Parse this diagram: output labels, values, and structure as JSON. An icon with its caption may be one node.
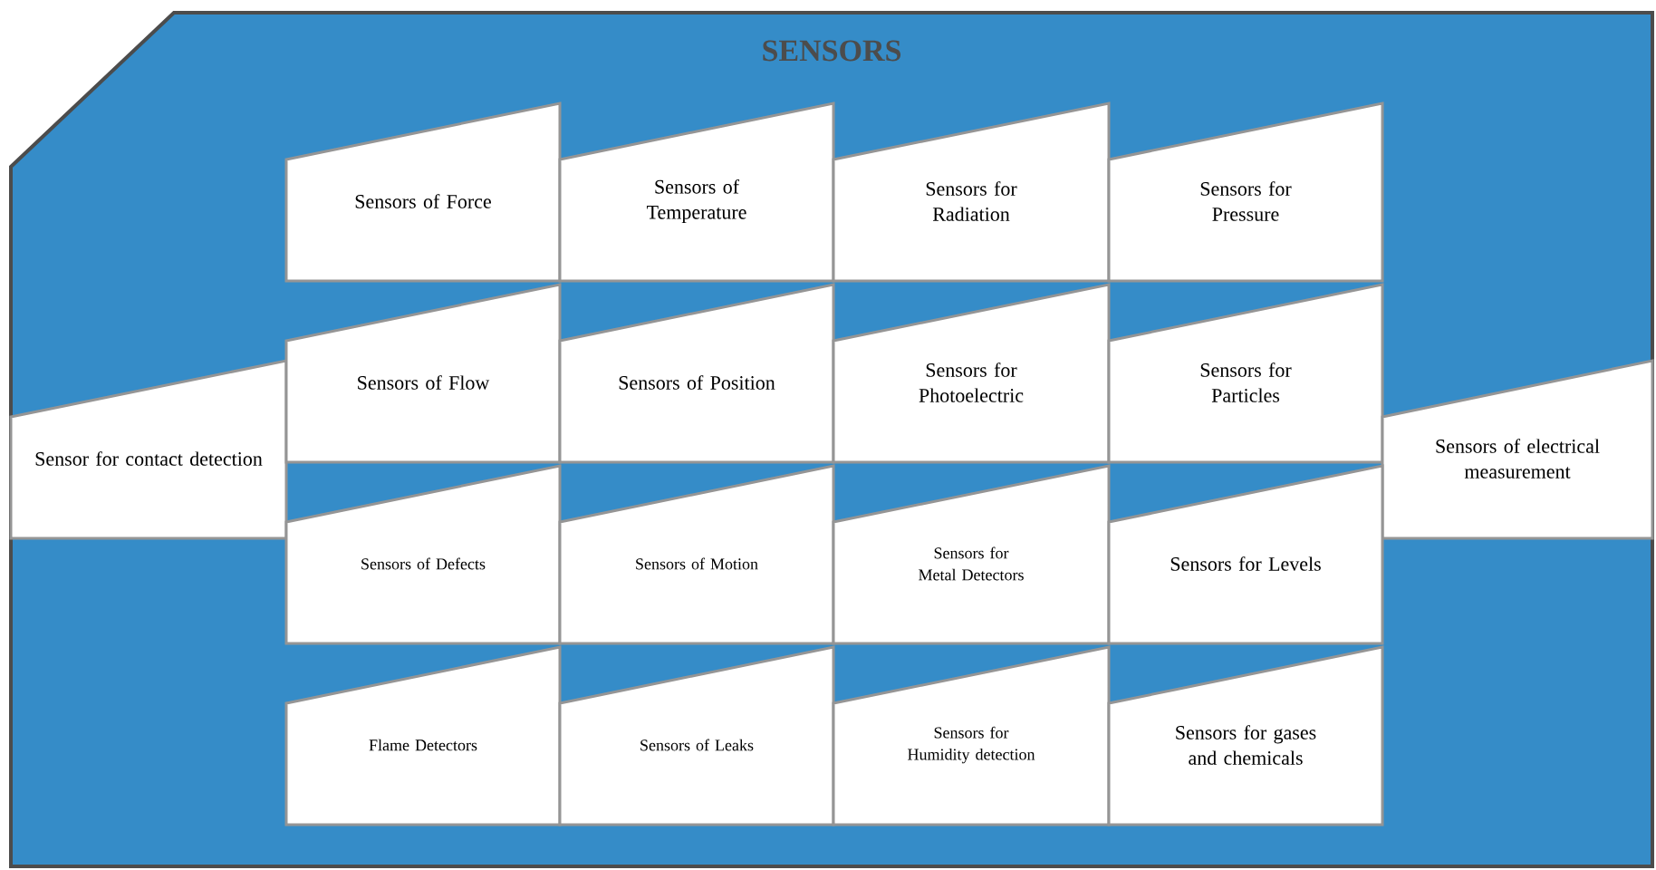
{
  "diagram": {
    "nodes": [
      {
        "text": [
          "SENSORS"
        ]
      },
      {
        "text": [
          "Sensors of Force"
        ],
        "in": 0
      },
      {
        "text": [
          "Sensors of Temperature"
        ],
        "in": 0
      },
      {
        "text": [
          "Sensors for Radiation"
        ],
        "in": 0
      },
      {
        "text": [
          "Sensors for Pressure"
        ],
        "in": 0
      },
      {
        "text": [
          "Sensor for contact detection"
        ],
        "in": 0
      },
      {
        "text": [
          "Sensors of Flow"
        ],
        "in": 0
      },
      {
        "text": [
          "Sensors of Position"
        ],
        "in": 0
      },
      {
        "text": [
          "Sensors for Photoelectric"
        ],
        "in": 0
      },
      {
        "text": [
          "Sensors for Particles"
        ],
        "in": 0
      },
      {
        "text": [
          "Sensors of electrical measurement"
        ],
        "in": 0
      },
      {
        "text": [
          "Sensors of Defects"
        ],
        "in": 0
      },
      {
        "text": [
          "Sensors of Motion"
        ],
        "in": 0
      },
      {
        "text": [
          "Sensors for Metal Detectors"
        ],
        "in": 0
      },
      {
        "text": [
          "Sensors for Levels"
        ],
        "in": 0
      },
      {
        "text": [
          "Flame Detectors"
        ],
        "in": 0
      },
      {
        "text": [
          "Sensors of Leaks"
        ],
        "in": 0
      },
      {
        "text": [
          "Sensors for Humidity detection"
        ],
        "in": 0
      },
      {
        "text": [
          "Sensors for gases and chemicals"
        ],
        "in": 0
      }
    ]
  }
}
